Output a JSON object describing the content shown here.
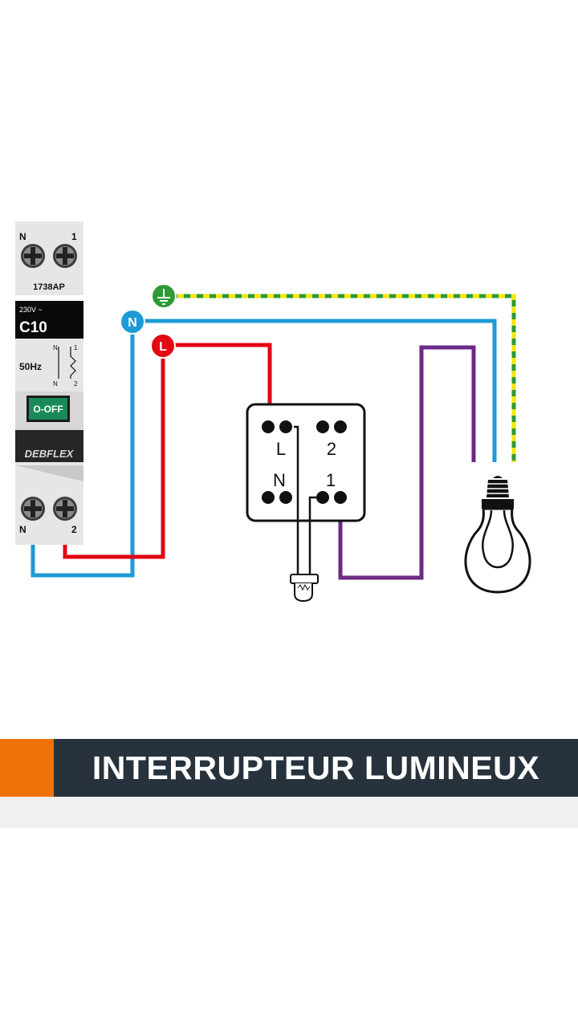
{
  "title": "INTERRUPTEUR LUMINEUX",
  "colors": {
    "orange_accent": "#ef7208",
    "title_band": "#27323c",
    "phase": "#e30613",
    "neutral": "#1e9ad6",
    "earth_green": "#2e9a36",
    "earth_yellow": "#f5e50b",
    "lamp_return": "#6c2a86"
  },
  "breaker": {
    "top_terminal_left": "N",
    "top_terminal_right": "1",
    "model": "1738AP",
    "voltage": "230V ~",
    "rating": "C10",
    "frequency": "50Hz",
    "symbol_n_top": "N",
    "symbol_1": "1",
    "symbol_n_bottom": "N",
    "symbol_2": "2",
    "toggle_label": "O-OFF",
    "brand": "DEBFLEX",
    "bottom_terminal_left": "N",
    "bottom_terminal_right": "2"
  },
  "badges": {
    "earth_icon": "earth-ground-icon",
    "neutral": "N",
    "phase": "L"
  },
  "switch": {
    "terminal_l": "L",
    "terminal_2": "2",
    "terminal_n": "N",
    "terminal_1": "1"
  }
}
